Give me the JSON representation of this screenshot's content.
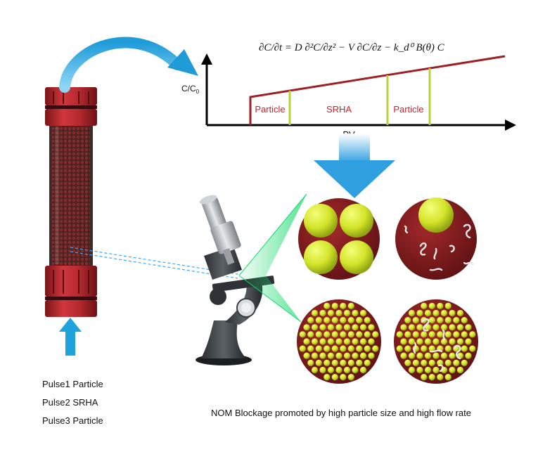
{
  "equation": "∂C/∂t = D ∂²C/∂z² − V ∂C/∂z − k_d⁰ B(θ) C",
  "plot": {
    "ylabel": "C/C",
    "ylabel_sub": "0",
    "xlabel": "PV",
    "segments": [
      "Particle",
      "SRHA",
      "Particle"
    ]
  },
  "pulses": [
    "Pulse1 Particle",
    "Pulse2 SRHA",
    "Pulse3 Particle"
  ],
  "caption": "NOM Blockage promoted by high particle size and high flow rate",
  "colors": {
    "column_red": "#b0272d",
    "curve_red": "#a01f24",
    "pulse_marker": "#b5d334",
    "sphere_yellow": "#d6e62a",
    "blue_arrow": "#1fa3dc",
    "disc_red": "#8c1d1f",
    "beam_green": "#22dd66"
  }
}
